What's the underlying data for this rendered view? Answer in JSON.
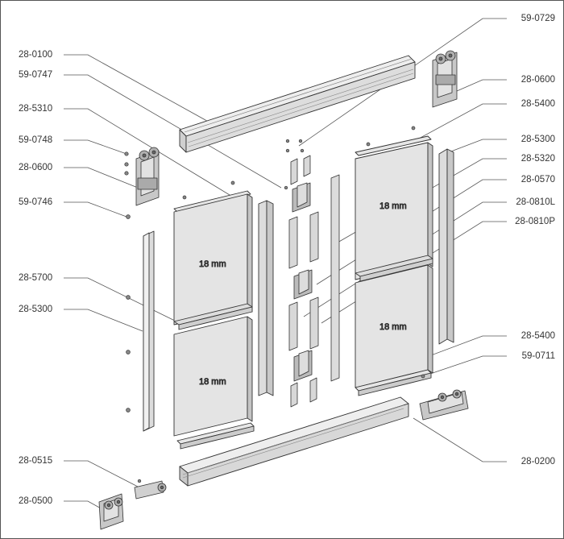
{
  "labels_left": [
    {
      "id": "l-28-0100",
      "code": "28-0100"
    },
    {
      "id": "l-59-0747",
      "code": "59-0747"
    },
    {
      "id": "l-28-5310",
      "code": "28-5310"
    },
    {
      "id": "l-59-0748",
      "code": "59-0748"
    },
    {
      "id": "l-28-0600a",
      "code": "28-0600"
    },
    {
      "id": "l-59-0746",
      "code": "59-0746"
    },
    {
      "id": "l-28-5700",
      "code": "28-5700"
    },
    {
      "id": "l-28-5300a",
      "code": "28-5300"
    },
    {
      "id": "l-28-0515",
      "code": "28-0515"
    },
    {
      "id": "l-28-0500",
      "code": "28-0500"
    }
  ],
  "labels_right": [
    {
      "id": "r-59-0729",
      "code": "59-0729"
    },
    {
      "id": "r-28-0600b",
      "code": "28-0600"
    },
    {
      "id": "r-28-5400a",
      "code": "28-5400"
    },
    {
      "id": "r-28-5300b",
      "code": "28-5300"
    },
    {
      "id": "r-28-5320",
      "code": "28-5320"
    },
    {
      "id": "r-28-0570",
      "code": "28-0570"
    },
    {
      "id": "r-28-0810L",
      "code": "28-0810L"
    },
    {
      "id": "r-28-0810P",
      "code": "28-0810P"
    },
    {
      "id": "r-28-5400b",
      "code": "28-5400"
    },
    {
      "id": "r-59-0711",
      "code": "59-0711"
    },
    {
      "id": "r-28-0200",
      "code": "28-0200"
    }
  ],
  "panel_thickness_label": "18 mm",
  "colors": {
    "line": "#444444",
    "panel_fill": "#e4e4e4",
    "panel_side": "#c4c4c4",
    "profile_fill": "#dcdcdc",
    "hardware_fill": "#b8b8b8",
    "frame_border": "#555555"
  }
}
